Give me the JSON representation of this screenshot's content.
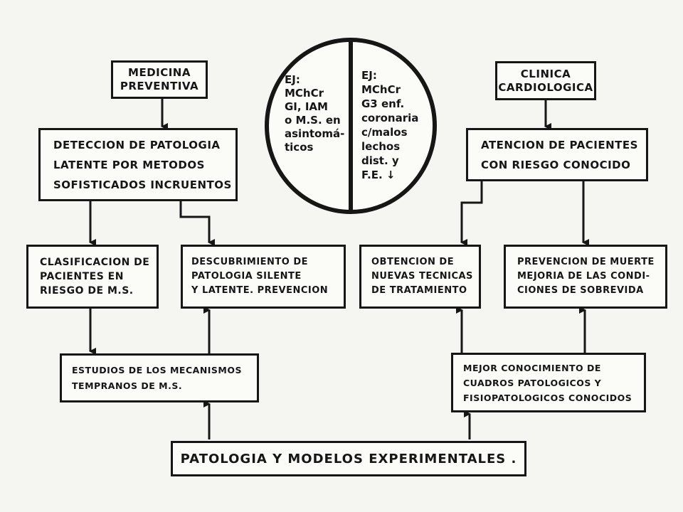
{
  "boxes": {
    "medicina_preventiva": [
      "MEDICINA",
      "PREVENTIVA"
    ],
    "clinica_cardiologica": [
      "CLINICA",
      "CARDIOLOGICA"
    ],
    "deteccion": [
      "DETECCION DE PATOLOGIA",
      "LATENTE POR METODOS",
      "SOFISTICADOS INCRUENTOS"
    ],
    "atencion": [
      "ATENCION DE PACIENTES",
      "CON RIESGO CONOCIDO"
    ],
    "clasificacion": [
      "CLASIFICACION DE",
      "PACIENTES EN",
      "RIESGO DE M.S."
    ],
    "descubrimiento": [
      "DESCUBRIMIENTO DE",
      "PATOLOGIA SILENTE",
      "Y LATENTE. PREVENCION"
    ],
    "obtencion": [
      "OBTENCION DE",
      "NUEVAS TECNICAS",
      "DE TRATAMIENTO"
    ],
    "prevencion": [
      "PREVENCION DE MUERTE",
      "MEJORIA DE LAS CONDI-",
      "CIONES DE SOBREVIDA"
    ],
    "estudios": [
      "ESTUDIOS DE LOS MECANISMOS",
      "TEMPRANOS DE M.S."
    ],
    "mejor_conocimiento": [
      "MEJOR CONOCIMIENTO DE",
      "CUADROS PATOLOGICOS Y",
      "FISIOPATOLOGICOS CONOCIDOS"
    ],
    "patologia_modelos": [
      "PATOLOGIA Y MODELOS EXPERIMENTALES ."
    ]
  },
  "circle": {
    "left": [
      "EJ:",
      "MChCr",
      "GI, IAM",
      "o M.S. en",
      "asintomá-",
      "ticos"
    ],
    "right": [
      "EJ:",
      "MChCr",
      "G3 enf.",
      "coronaria",
      "c/malos",
      "lechos",
      "dist. y",
      "F.E. ↓"
    ]
  },
  "colors": {
    "ink": "#161616",
    "paper": "#f5f5f2"
  }
}
